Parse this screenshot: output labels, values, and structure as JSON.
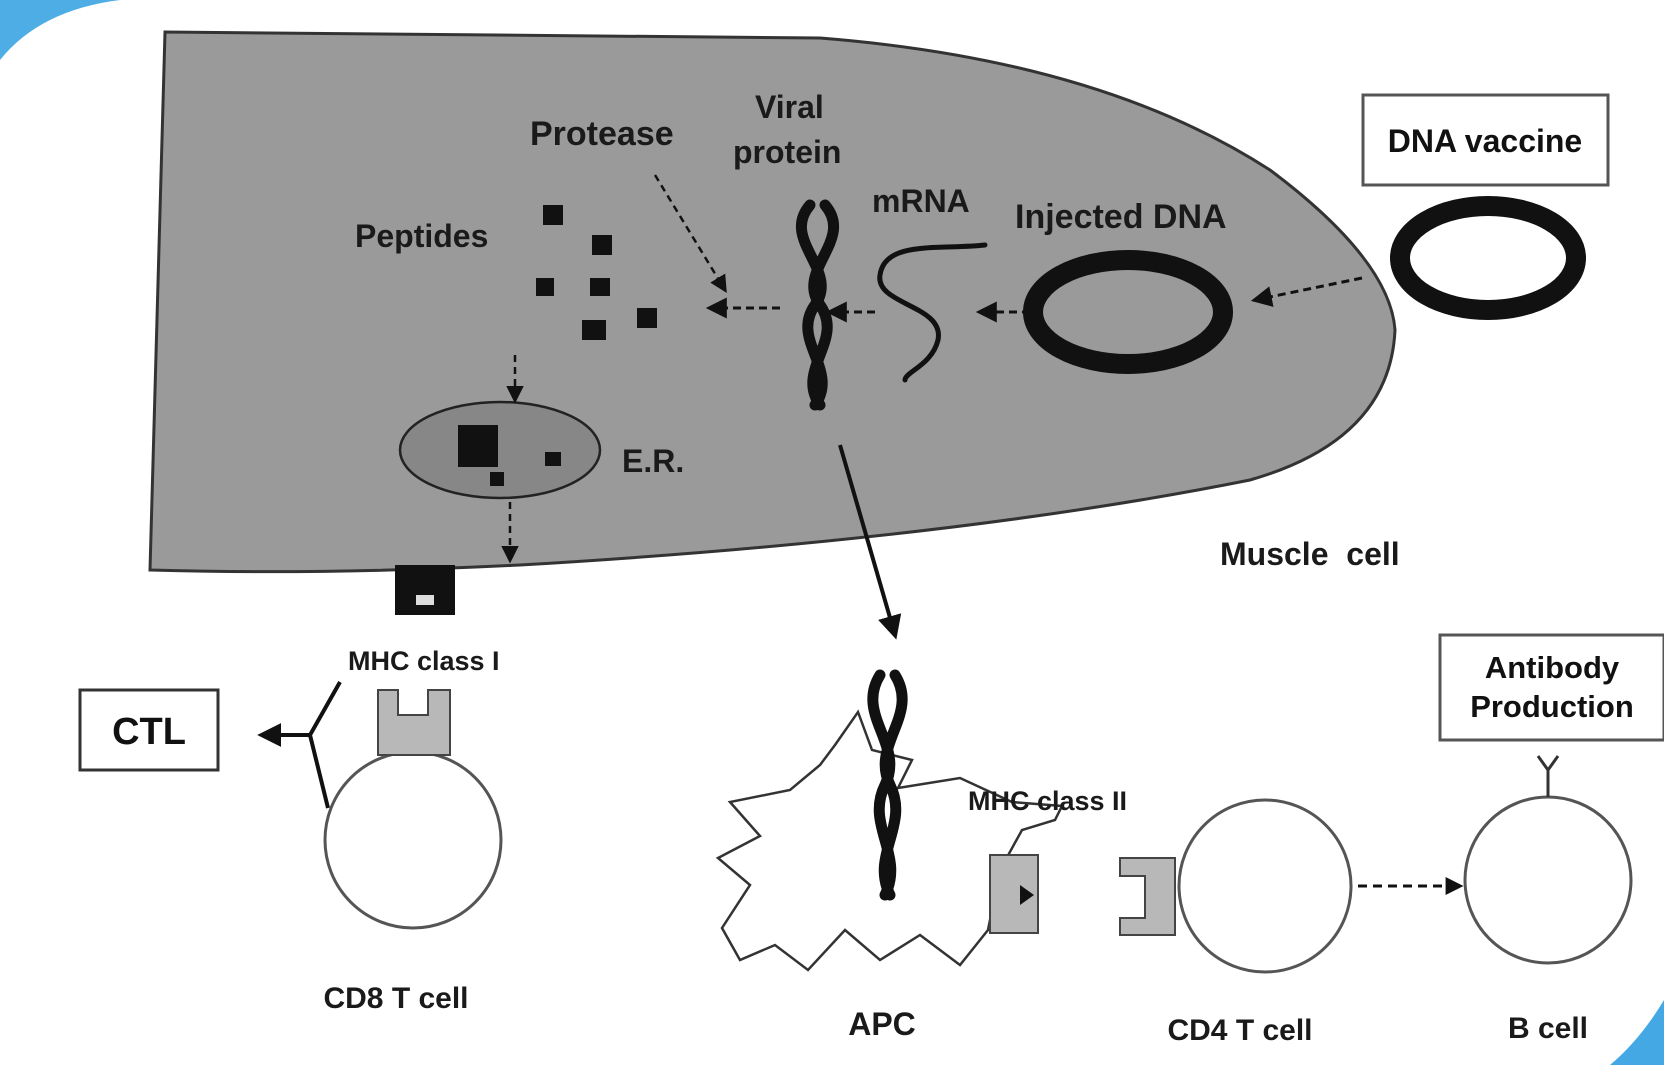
{
  "labels": {
    "protease": "Protease",
    "viral_protein_line1": "Viral",
    "viral_protein_line2": "protein",
    "peptides": "Peptides",
    "mrna": "mRNA",
    "injected_dna": "Injected DNA",
    "er": "E.R.",
    "muscle_cell": "Muscle  cell",
    "mhc_class_i": "MHC class I",
    "mhc_class_ii": "MHC class II",
    "cd8_t_cell": "CD8 T cell",
    "apc": "APC",
    "cd4_t_cell": "CD4 T cell",
    "b_cell": "B cell"
  },
  "boxes": {
    "dna_vaccine": "DNA vaccine",
    "ctl": "CTL",
    "antibody_line1": "Antibody",
    "antibody_line2": "Production"
  },
  "colors": {
    "cell_fill": "#9a9a9a",
    "er_fill": "#8a8a8a",
    "ink": "#111111",
    "receptor_fill": "#b8b8b8",
    "corner_accent": "#2f9fe0"
  }
}
